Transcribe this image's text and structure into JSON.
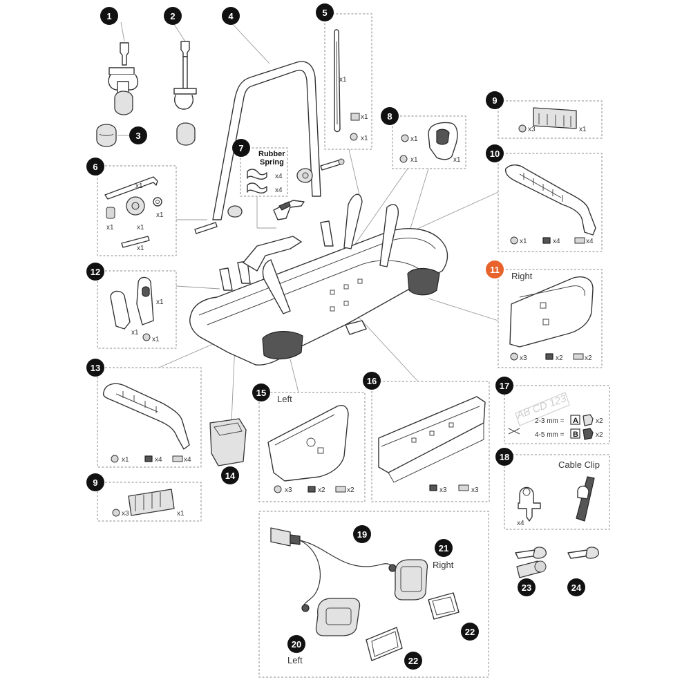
{
  "badges": [
    "1",
    "2",
    "3",
    "4",
    "5",
    "6",
    "7",
    "8",
    "9",
    "10",
    "11",
    "12",
    "13",
    "14",
    "15",
    "16",
    "17",
    "18",
    "9",
    "19",
    "20",
    "21",
    "22",
    "22",
    "23",
    "24"
  ],
  "highlight_color": "#e8632b",
  "labels": {
    "rubber": "Rubber",
    "spring": "Spring",
    "right_11": "Right",
    "left_15": "Left",
    "cable_clip": "Cable Clip",
    "right_21": "Right",
    "left_20": "Left",
    "plate": "AB CD 123",
    "size_a": "2-3 mm =",
    "size_b": "4-5 mm =",
    "letter_a": "A",
    "letter_b": "B"
  },
  "qty": {
    "p5_strap": "x1",
    "p5_knob": "x1",
    "p5_bolt": "x1",
    "p6_key": "x1",
    "p6_spacer": "x1",
    "p6_knob": "x1",
    "p6_washer": "x1",
    "p6_bolt": "x1",
    "p7_a": "x4",
    "p7_b": "x4",
    "p8_nut": "x1",
    "p8_screw": "x1",
    "p8_part": "x1",
    "p9t_screw": "x3",
    "p9t_part": "x1",
    "p10_screw": "x1",
    "p10_rivet": "x4",
    "p10_nut": "x4",
    "p11_screw": "x3",
    "p11_rivet": "x2",
    "p11_nut": "x2",
    "p12_part": "x1",
    "p12_small": "x1",
    "p12_screw": "x1",
    "p13_screw": "x1",
    "p13_rivet": "x4",
    "p13_nut": "x4",
    "p15_screw": "x3",
    "p15_rivet": "x2",
    "p15_nut": "x2",
    "p16_rivet": "x3",
    "p16_nut": "x3",
    "p17_a": "x2",
    "p17_b": "x2",
    "p18_clip": "x4",
    "p9b_screw": "x3",
    "p9b_part": "x1"
  }
}
